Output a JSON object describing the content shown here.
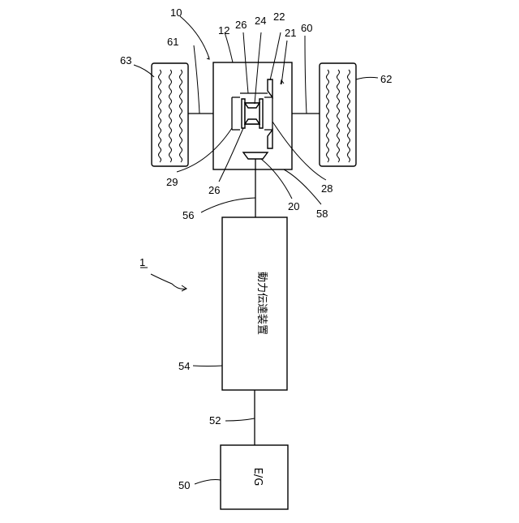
{
  "figure": {
    "assembly_ref": "1",
    "callouts": {
      "r10": "10",
      "r12": "12",
      "r20": "20",
      "r21": "21",
      "r22": "22",
      "r24": "24",
      "r26a": "26",
      "r26b": "26",
      "r28": "28",
      "r29": "29",
      "r50": "50",
      "r52": "52",
      "r54": "54",
      "r56": "56",
      "r58": "58",
      "r60": "60",
      "r61": "61",
      "r62": "62",
      "r63": "63"
    },
    "power_transmission_label": "動力伝達装置",
    "engine_generator_label": "E/G"
  }
}
